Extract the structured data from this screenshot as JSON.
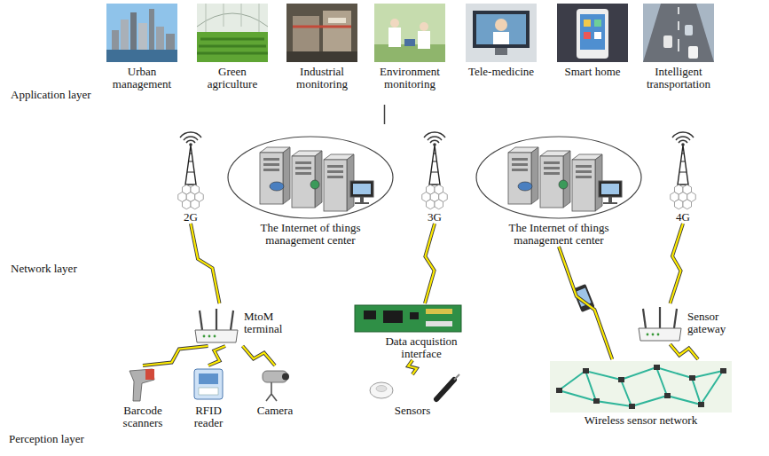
{
  "diagram": {
    "nodes": [
      {
        "text": [
          "Application layer"
        ]
      },
      {
        "text": [
          "Urban management"
        ],
        "in": 0
      },
      {
        "text": [
          "Green agriculture"
        ],
        "in": 0
      },
      {
        "text": [
          "Industrial monitoring"
        ],
        "in": 0
      },
      {
        "text": [
          "Environment monitoring"
        ],
        "in": 0
      },
      {
        "text": [
          "Tele-medicine"
        ],
        "in": 0
      },
      {
        "text": [
          "Smart home"
        ],
        "in": 0
      },
      {
        "text": [
          "Intelligent transportation"
        ],
        "in": 0
      },
      {
        "text": [
          "Network layer"
        ]
      },
      {
        "text": [
          "2G"
        ],
        "in": 8
      },
      {
        "text": [
          "The Internet of things management center"
        ],
        "in": 8
      },
      {
        "text": [
          "3G"
        ],
        "in": 8
      },
      {
        "text": [
          "The Internet of things management center"
        ],
        "in": 8
      },
      {
        "text": [
          "4G"
        ],
        "in": 8
      },
      {
        "text": [
          "Perception layer"
        ]
      },
      {
        "text": [
          "MtoM terminal"
        ],
        "in": 14
      },
      {
        "text": [
          "Barcode scanners"
        ],
        "in": 14
      },
      {
        "text": [
          "RFID reader"
        ],
        "in": 14
      },
      {
        "text": [
          "Camera"
        ],
        "in": 14
      },
      {
        "text": [
          "Data acquistion interface"
        ],
        "in": 14
      },
      {
        "text": [
          "Sensors"
        ],
        "in": 14
      },
      {
        "text": [
          "Sensor gateway"
        ],
        "in": 14
      },
      {
        "text": [
          "Wireless sensor network"
        ],
        "in": 14
      }
    ],
    "edges": [
      {
        "from": 0,
        "to": 8,
        "arrow": "none"
      },
      {
        "from": 16,
        "to": 15,
        "arrow": "none"
      },
      {
        "from": 17,
        "to": 15,
        "arrow": "none"
      },
      {
        "from": 18,
        "to": 15,
        "arrow": "none"
      },
      {
        "from": 15,
        "to": 9,
        "arrow": "none"
      },
      {
        "from": 20,
        "to": 19,
        "arrow": "none"
      },
      {
        "from": 19,
        "to": 11,
        "arrow": "none"
      },
      {
        "from": 22,
        "to": 21,
        "arrow": "none"
      },
      {
        "from": 22,
        "to": 12,
        "arrow": "none"
      },
      {
        "from": 21,
        "to": 13,
        "arrow": "none"
      }
    ]
  }
}
